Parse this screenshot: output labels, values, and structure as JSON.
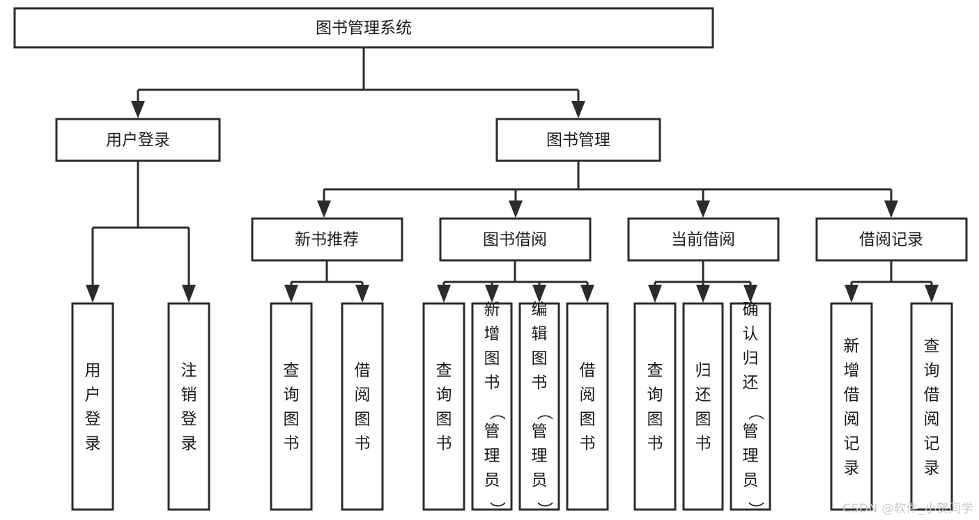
{
  "diagram": {
    "type": "tree",
    "title": "图书管理系统",
    "watermark": "CSDN @软件_小贺同学",
    "root": {
      "id": "root",
      "label": "图书管理系统"
    },
    "level2": [
      {
        "id": "user-login",
        "label": "用户登录"
      },
      {
        "id": "book-manage",
        "label": "图书管理"
      }
    ],
    "level3": [
      {
        "id": "new-book-recommend",
        "label": "新书推荐",
        "parent": "book-manage"
      },
      {
        "id": "book-borrow",
        "label": "图书借阅",
        "parent": "book-manage"
      },
      {
        "id": "current-borrow",
        "label": "当前借阅",
        "parent": "book-manage"
      },
      {
        "id": "borrow-record",
        "label": "借阅记录",
        "parent": "book-manage"
      }
    ],
    "leaves": [
      {
        "id": "leaf-user-login",
        "label": "用户登录",
        "parent": "user-login"
      },
      {
        "id": "leaf-logout",
        "label": "注销登录",
        "parent": "user-login"
      },
      {
        "id": "leaf-query-book-1",
        "label": "查询图书",
        "parent": "new-book-recommend"
      },
      {
        "id": "leaf-borrow-book-1",
        "label": "借阅图书",
        "parent": "new-book-recommend"
      },
      {
        "id": "leaf-query-book-2",
        "label": "查询图书",
        "parent": "book-borrow"
      },
      {
        "id": "leaf-add-book",
        "label": "新增图书（管理员）",
        "parent": "book-borrow"
      },
      {
        "id": "leaf-edit-book",
        "label": "编辑图书（管理员）",
        "parent": "book-borrow"
      },
      {
        "id": "leaf-borrow-book-2",
        "label": "借阅图书",
        "parent": "book-borrow"
      },
      {
        "id": "leaf-query-book-3",
        "label": "查询图书",
        "parent": "current-borrow"
      },
      {
        "id": "leaf-return-book",
        "label": "归还图书",
        "parent": "current-borrow"
      },
      {
        "id": "leaf-confirm-return",
        "label": "确认归还（管理员）",
        "parent": "current-borrow"
      },
      {
        "id": "leaf-add-record",
        "label": "新增借阅记录",
        "parent": "borrow-record"
      },
      {
        "id": "leaf-query-record",
        "label": "查询借阅记录",
        "parent": "borrow-record"
      }
    ],
    "colors": {
      "stroke": "#2b2b2b",
      "fill": "#ffffff",
      "text": "#1a1a1a",
      "watermark": "#c9c9c9"
    }
  }
}
